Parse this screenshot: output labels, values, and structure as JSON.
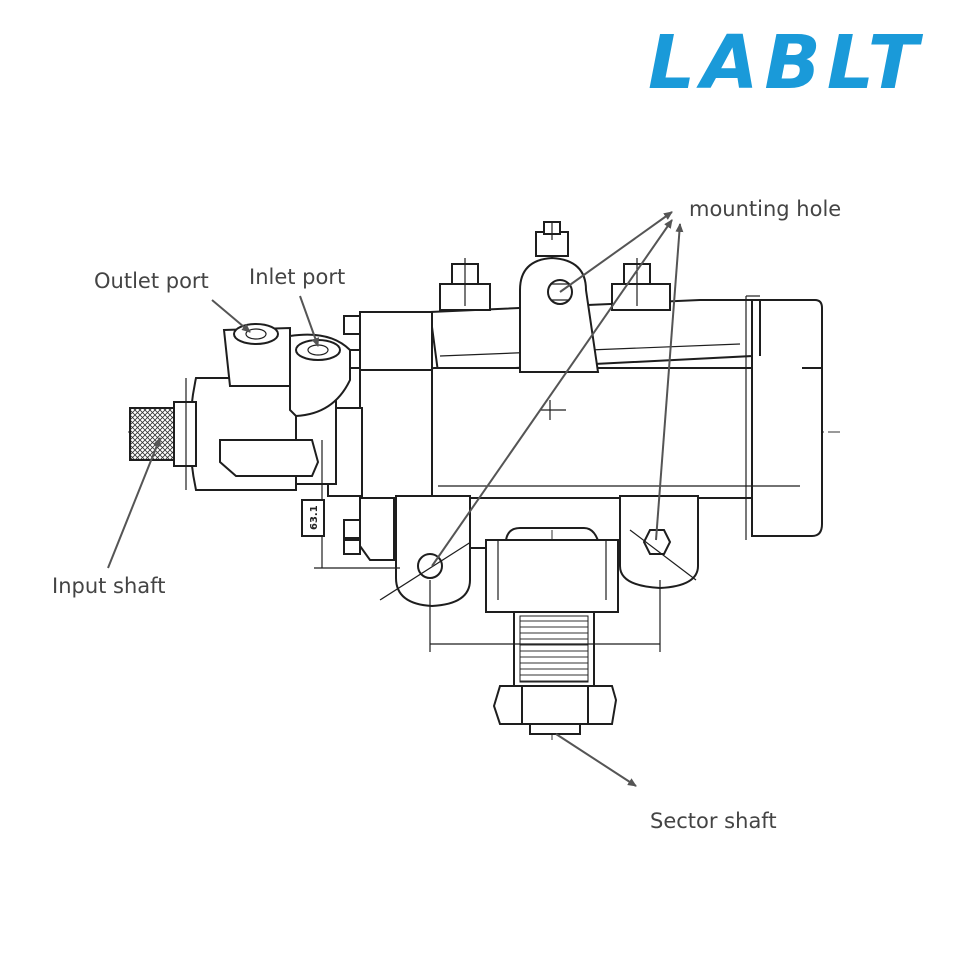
{
  "brand": {
    "logo_text": "LABLT",
    "color": "#1a9ad9"
  },
  "labels": {
    "mounting_hole": "mounting hole",
    "outlet_port": "Outlet port",
    "inlet_port": "Inlet port",
    "input_shaft": "Input shaft",
    "sector_shaft": "Sector shaft"
  },
  "dimension": {
    "value": "63.1"
  },
  "colors": {
    "label": "#444444",
    "line": "#1e1e1e",
    "pointer": "#555555"
  }
}
